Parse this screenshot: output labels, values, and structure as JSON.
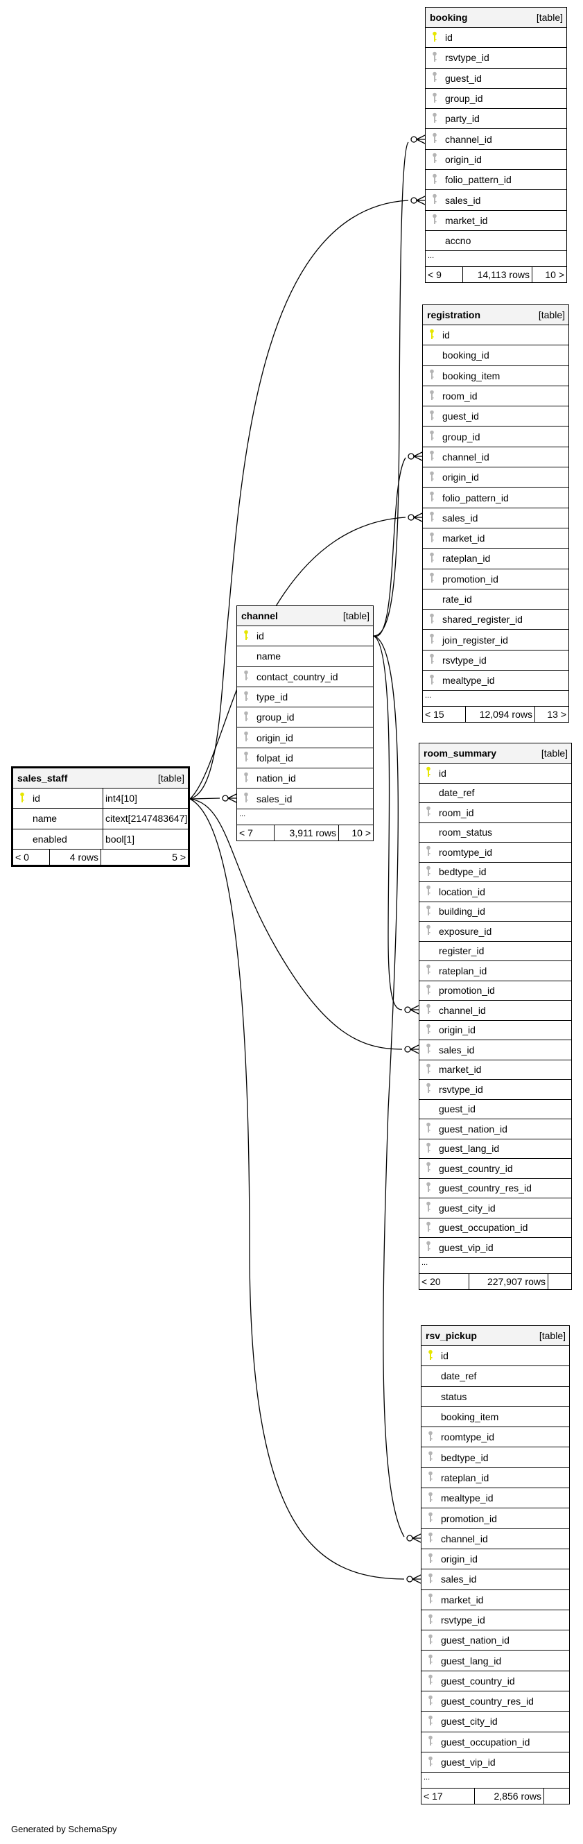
{
  "colors": {
    "pk_key": "#e6e600",
    "fk_key": "#b4b4b4",
    "header_bg": "#f3f3f3"
  },
  "tables": {
    "booking": {
      "name": "booking",
      "kind": "[table]",
      "columns": [
        {
          "name": "id",
          "key": "pk"
        },
        {
          "name": "rsvtype_id",
          "key": "fk"
        },
        {
          "name": "guest_id",
          "key": "fk"
        },
        {
          "name": "group_id",
          "key": "fk"
        },
        {
          "name": "party_id",
          "key": "fk"
        },
        {
          "name": "channel_id",
          "key": "fk"
        },
        {
          "name": "origin_id",
          "key": "fk"
        },
        {
          "name": "folio_pattern_id",
          "key": "fk"
        },
        {
          "name": "sales_id",
          "key": "fk"
        },
        {
          "name": "market_id",
          "key": "fk"
        },
        {
          "name": "accno",
          "key": ""
        }
      ],
      "more": "...",
      "parents": "< 9",
      "rows": "14,113 rows",
      "children": "10 >"
    },
    "registration": {
      "name": "registration",
      "kind": "[table]",
      "columns": [
        {
          "name": "id",
          "key": "pk"
        },
        {
          "name": "booking_id",
          "key": ""
        },
        {
          "name": "booking_item",
          "key": "fk"
        },
        {
          "name": "room_id",
          "key": "fk"
        },
        {
          "name": "guest_id",
          "key": "fk"
        },
        {
          "name": "group_id",
          "key": "fk"
        },
        {
          "name": "channel_id",
          "key": "fk"
        },
        {
          "name": "origin_id",
          "key": "fk"
        },
        {
          "name": "folio_pattern_id",
          "key": "fk"
        },
        {
          "name": "sales_id",
          "key": "fk"
        },
        {
          "name": "market_id",
          "key": "fk"
        },
        {
          "name": "rateplan_id",
          "key": "fk"
        },
        {
          "name": "promotion_id",
          "key": "fk"
        },
        {
          "name": "rate_id",
          "key": ""
        },
        {
          "name": "shared_register_id",
          "key": "fk"
        },
        {
          "name": "join_register_id",
          "key": "fk"
        },
        {
          "name": "rsvtype_id",
          "key": "fk"
        },
        {
          "name": "mealtype_id",
          "key": "fk"
        }
      ],
      "more": "...",
      "parents": "< 15",
      "rows": "12,094 rows",
      "children": "13 >"
    },
    "channel": {
      "name": "channel",
      "kind": "[table]",
      "columns": [
        {
          "name": "id",
          "key": "pk"
        },
        {
          "name": "name",
          "key": ""
        },
        {
          "name": "contact_country_id",
          "key": "fk"
        },
        {
          "name": "type_id",
          "key": "fk"
        },
        {
          "name": "group_id",
          "key": "fk"
        },
        {
          "name": "origin_id",
          "key": "fk"
        },
        {
          "name": "folpat_id",
          "key": "fk"
        },
        {
          "name": "nation_id",
          "key": "fk"
        },
        {
          "name": "sales_id",
          "key": "fk"
        }
      ],
      "more": "...",
      "parents": "< 7",
      "rows": "3,911 rows",
      "children": "10 >"
    },
    "sales_staff": {
      "name": "sales_staff",
      "kind": "[table]",
      "columns": [
        {
          "name": "id",
          "key": "pk",
          "type": "int4[10]"
        },
        {
          "name": "name",
          "key": "",
          "type": "citext[2147483647]"
        },
        {
          "name": "enabled",
          "key": "",
          "type": "bool[1]"
        }
      ],
      "parents": "< 0",
      "rows": "4 rows",
      "children": "5 >"
    },
    "room_summary": {
      "name": "room_summary",
      "kind": "[table]",
      "columns": [
        {
          "name": "id",
          "key": "pk"
        },
        {
          "name": "date_ref",
          "key": ""
        },
        {
          "name": "room_id",
          "key": "fk"
        },
        {
          "name": "room_status",
          "key": ""
        },
        {
          "name": "roomtype_id",
          "key": "fk"
        },
        {
          "name": "bedtype_id",
          "key": "fk"
        },
        {
          "name": "location_id",
          "key": "fk"
        },
        {
          "name": "building_id",
          "key": "fk"
        },
        {
          "name": "exposure_id",
          "key": "fk"
        },
        {
          "name": "register_id",
          "key": ""
        },
        {
          "name": "rateplan_id",
          "key": "fk"
        },
        {
          "name": "promotion_id",
          "key": "fk"
        },
        {
          "name": "channel_id",
          "key": "fk"
        },
        {
          "name": "origin_id",
          "key": "fk"
        },
        {
          "name": "sales_id",
          "key": "fk"
        },
        {
          "name": "market_id",
          "key": "fk"
        },
        {
          "name": "rsvtype_id",
          "key": "fk"
        },
        {
          "name": "guest_id",
          "key": ""
        },
        {
          "name": "guest_nation_id",
          "key": "fk"
        },
        {
          "name": "guest_lang_id",
          "key": "fk"
        },
        {
          "name": "guest_country_id",
          "key": "fk"
        },
        {
          "name": "guest_country_res_id",
          "key": "fk"
        },
        {
          "name": "guest_city_id",
          "key": "fk"
        },
        {
          "name": "guest_occupation_id",
          "key": "fk"
        },
        {
          "name": "guest_vip_id",
          "key": "fk"
        }
      ],
      "more": "...",
      "parents": "< 20",
      "rows": "227,907 rows",
      "children": ""
    },
    "rsv_pickup": {
      "name": "rsv_pickup",
      "kind": "[table]",
      "columns": [
        {
          "name": "id",
          "key": "pk"
        },
        {
          "name": "date_ref",
          "key": ""
        },
        {
          "name": "status",
          "key": ""
        },
        {
          "name": "booking_item",
          "key": ""
        },
        {
          "name": "roomtype_id",
          "key": "fk"
        },
        {
          "name": "bedtype_id",
          "key": "fk"
        },
        {
          "name": "rateplan_id",
          "key": "fk"
        },
        {
          "name": "mealtype_id",
          "key": "fk"
        },
        {
          "name": "promotion_id",
          "key": "fk"
        },
        {
          "name": "channel_id",
          "key": "fk"
        },
        {
          "name": "origin_id",
          "key": "fk"
        },
        {
          "name": "sales_id",
          "key": "fk"
        },
        {
          "name": "market_id",
          "key": "fk"
        },
        {
          "name": "rsvtype_id",
          "key": "fk"
        },
        {
          "name": "guest_nation_id",
          "key": "fk"
        },
        {
          "name": "guest_lang_id",
          "key": "fk"
        },
        {
          "name": "guest_country_id",
          "key": "fk"
        },
        {
          "name": "guest_country_res_id",
          "key": "fk"
        },
        {
          "name": "guest_city_id",
          "key": "fk"
        },
        {
          "name": "guest_occupation_id",
          "key": "fk"
        },
        {
          "name": "guest_vip_id",
          "key": "fk"
        }
      ],
      "more": "...",
      "parents": "< 17",
      "rows": "2,856 rows",
      "children": ""
    }
  },
  "footer": {
    "credit": "Generated by SchemaSpy"
  }
}
